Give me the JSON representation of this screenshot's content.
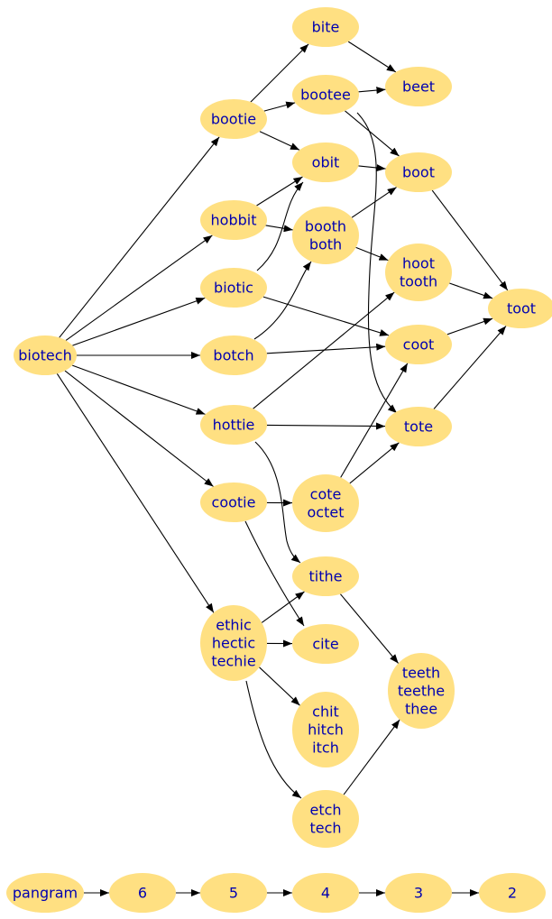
{
  "nodes": [
    {
      "id": "biotech",
      "lines": [
        "biotech"
      ]
    },
    {
      "id": "bite",
      "lines": [
        "bite"
      ]
    },
    {
      "id": "bootie",
      "lines": [
        "bootie"
      ]
    },
    {
      "id": "bootee",
      "lines": [
        "bootee"
      ]
    },
    {
      "id": "beet",
      "lines": [
        "beet"
      ]
    },
    {
      "id": "obit",
      "lines": [
        "obit"
      ]
    },
    {
      "id": "boot",
      "lines": [
        "boot"
      ]
    },
    {
      "id": "hobbit",
      "lines": [
        "hobbit"
      ]
    },
    {
      "id": "booth",
      "lines": [
        "booth",
        "both"
      ]
    },
    {
      "id": "biotic",
      "lines": [
        "biotic"
      ]
    },
    {
      "id": "hoot",
      "lines": [
        "hoot",
        "tooth"
      ]
    },
    {
      "id": "toot",
      "lines": [
        "toot"
      ]
    },
    {
      "id": "botch",
      "lines": [
        "botch"
      ]
    },
    {
      "id": "coot",
      "lines": [
        "coot"
      ]
    },
    {
      "id": "hottie",
      "lines": [
        "hottie"
      ]
    },
    {
      "id": "tote",
      "lines": [
        "tote"
      ]
    },
    {
      "id": "cootie",
      "lines": [
        "cootie"
      ]
    },
    {
      "id": "cote",
      "lines": [
        "cote",
        "octet"
      ]
    },
    {
      "id": "tithe",
      "lines": [
        "tithe"
      ]
    },
    {
      "id": "ethic",
      "lines": [
        "ethic",
        "hectic",
        "techie"
      ]
    },
    {
      "id": "cite",
      "lines": [
        "cite"
      ]
    },
    {
      "id": "teeth",
      "lines": [
        "teeth",
        "teethe",
        "thee"
      ]
    },
    {
      "id": "chit",
      "lines": [
        "chit",
        "hitch",
        "itch"
      ]
    },
    {
      "id": "etch",
      "lines": [
        "etch",
        "tech"
      ]
    },
    {
      "id": "pangram",
      "lines": [
        "pangram"
      ]
    },
    {
      "id": "l6",
      "lines": [
        "6"
      ]
    },
    {
      "id": "l5",
      "lines": [
        "5"
      ]
    },
    {
      "id": "l4",
      "lines": [
        "4"
      ]
    },
    {
      "id": "l3",
      "lines": [
        "3"
      ]
    },
    {
      "id": "l2",
      "lines": [
        "2"
      ]
    }
  ],
  "edges": [
    [
      "biotech",
      "bootie"
    ],
    [
      "biotech",
      "hobbit"
    ],
    [
      "biotech",
      "biotic"
    ],
    [
      "biotech",
      "botch"
    ],
    [
      "biotech",
      "hottie"
    ],
    [
      "biotech",
      "cootie"
    ],
    [
      "biotech",
      "ethic"
    ],
    [
      "bootie",
      "bite"
    ],
    [
      "bootie",
      "bootee"
    ],
    [
      "bootie",
      "obit"
    ],
    [
      "bite",
      "beet"
    ],
    [
      "bootee",
      "beet"
    ],
    [
      "bootee",
      "boot"
    ],
    [
      "bootee",
      "tote"
    ],
    [
      "obit",
      "boot"
    ],
    [
      "boot",
      "toot"
    ],
    [
      "hobbit",
      "obit"
    ],
    [
      "hobbit",
      "booth"
    ],
    [
      "booth",
      "boot"
    ],
    [
      "booth",
      "hoot"
    ],
    [
      "biotic",
      "obit"
    ],
    [
      "biotic",
      "coot"
    ],
    [
      "hoot",
      "toot"
    ],
    [
      "botch",
      "booth"
    ],
    [
      "botch",
      "coot"
    ],
    [
      "coot",
      "toot"
    ],
    [
      "hottie",
      "hoot"
    ],
    [
      "hottie",
      "tote"
    ],
    [
      "hottie",
      "tithe"
    ],
    [
      "tote",
      "toot"
    ],
    [
      "cootie",
      "cote"
    ],
    [
      "cootie",
      "cite"
    ],
    [
      "cote",
      "coot"
    ],
    [
      "cote",
      "tote"
    ],
    [
      "tithe",
      "teeth"
    ],
    [
      "ethic",
      "tithe"
    ],
    [
      "ethic",
      "cite"
    ],
    [
      "ethic",
      "chit"
    ],
    [
      "ethic",
      "etch"
    ],
    [
      "etch",
      "teeth"
    ],
    [
      "pangram",
      "l6"
    ],
    [
      "l6",
      "l5"
    ],
    [
      "l5",
      "l4"
    ],
    [
      "l4",
      "l3"
    ],
    [
      "l3",
      "l2"
    ]
  ]
}
